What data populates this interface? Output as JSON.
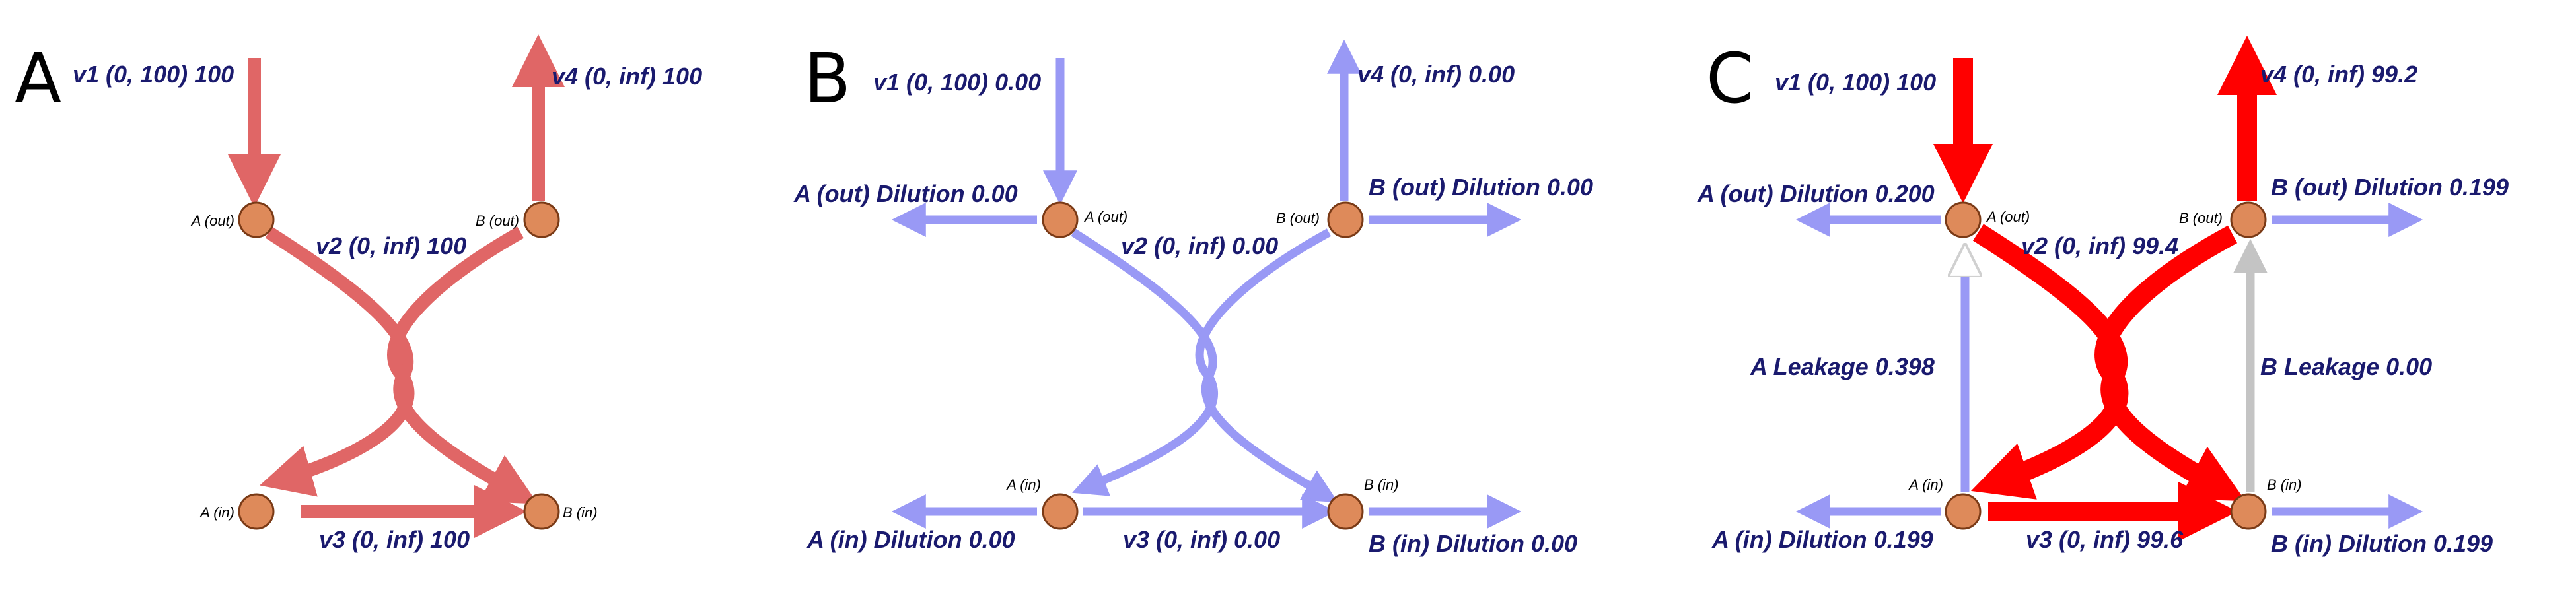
{
  "colors": {
    "panel_a_flux": "#e06666",
    "panel_b_flux": "#9999f5",
    "panel_c_flux": "#ff0000",
    "panel_c_dilution": "#9999f5",
    "panel_c_zero": "#c4c4c4",
    "node_fill": "#de8a5a",
    "label_text": "#1a1a6e"
  },
  "panels": [
    {
      "letter": "A",
      "nodes": {
        "a_out": "A (out)",
        "b_out": "B (out)",
        "a_in": "A (in)",
        "b_in": "B (in)"
      },
      "reactions": {
        "v1": "v1 (0, 100) 100",
        "v2": "v2 (0, inf) 100",
        "v3": "v3 (0, inf) 100",
        "v4": "v4 (0, inf) 100"
      }
    },
    {
      "letter": "B",
      "nodes": {
        "a_out": "A (out)",
        "b_out": "B (out)",
        "a_in": "A (in)",
        "b_in": "B (in)"
      },
      "reactions": {
        "v1": "v1 (0, 100) 0.00",
        "v2": "v2 (0, inf) 0.00",
        "v3": "v3 (0, inf) 0.00",
        "v4": "v4 (0, inf) 0.00",
        "a_out_dilution": "A (out) Dilution 0.00",
        "b_out_dilution": "B (out) Dilution 0.00",
        "a_in_dilution": "A (in) Dilution 0.00",
        "b_in_dilution": "B (in) Dilution 0.00"
      }
    },
    {
      "letter": "C",
      "nodes": {
        "a_out": "A (out)",
        "b_out": "B (out)",
        "a_in": "A (in)",
        "b_in": "B (in)"
      },
      "reactions": {
        "v1": "v1 (0, 100) 100",
        "v2": "v2 (0, inf) 99.4",
        "v3": "v3 (0, inf) 99.6",
        "v4": "v4 (0, inf) 99.2",
        "a_out_dilution": "A (out) Dilution 0.200",
        "b_out_dilution": "B (out) Dilution 0.199",
        "a_in_dilution": "A (in) Dilution 0.199",
        "b_in_dilution": "B (in) Dilution 0.199",
        "a_leakage": "A Leakage 0.398",
        "b_leakage": "B Leakage 0.00"
      }
    }
  ]
}
